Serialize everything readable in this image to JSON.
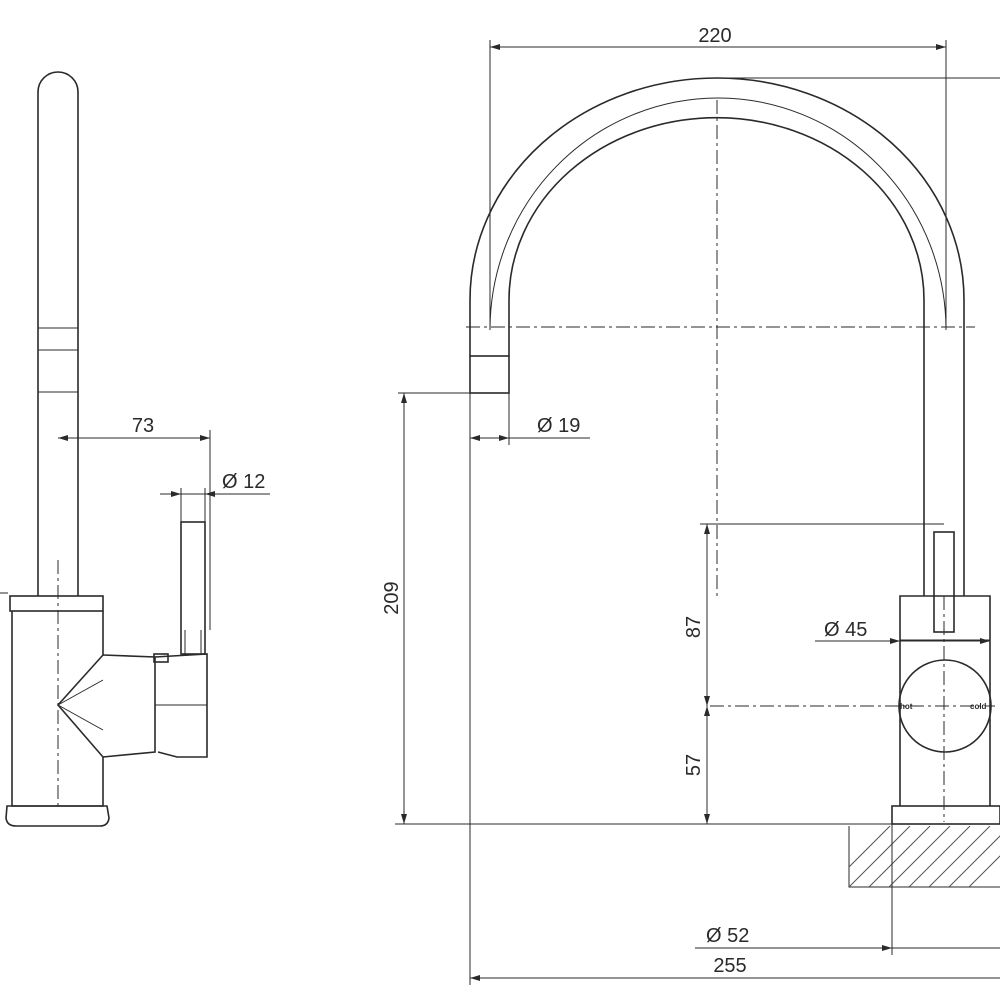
{
  "dimensions": {
    "side_depth": "73",
    "handle_diameter": "Ø 12",
    "spout_width": "220",
    "spout_outlet_diameter": "Ø 19",
    "spout_height": "209",
    "lever_height": "87",
    "handle_center_height": "57",
    "body_diameter": "Ø 45",
    "base_diameter": "Ø 52",
    "overall_reach": "255"
  },
  "handle_labels": {
    "hot": "hot",
    "cold": "cold"
  }
}
